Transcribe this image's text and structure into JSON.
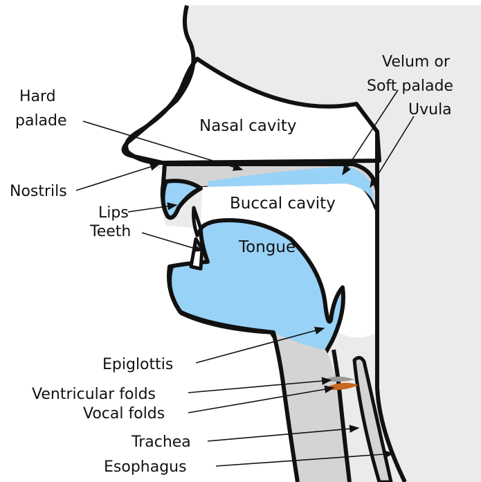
{
  "labels": {
    "hard_palate_1": "Hard",
    "hard_palate_2": "palade",
    "nasal_cavity": "Nasal cavity",
    "velum_1": "Velum or",
    "velum_2": "Soft palade",
    "uvula": "Uvula",
    "nostrils": "Nostrils",
    "lips": "Lips",
    "teeth": "Teeth",
    "buccal_cavity": "Buccal cavity",
    "tongue": "Tongue",
    "epiglottis": "Epiglottis",
    "ventricular_folds": "Ventricular folds",
    "vocal_folds": "Vocal folds",
    "trachea": "Trachea",
    "esophagus": "Esophagus"
  },
  "colors": {
    "background_tissue": "#ebebeb",
    "cavity_grey": "#d4d4d4",
    "blue_fill": "#99d2f7",
    "vocal_fold": "#c8661e",
    "outline": "#111111"
  }
}
